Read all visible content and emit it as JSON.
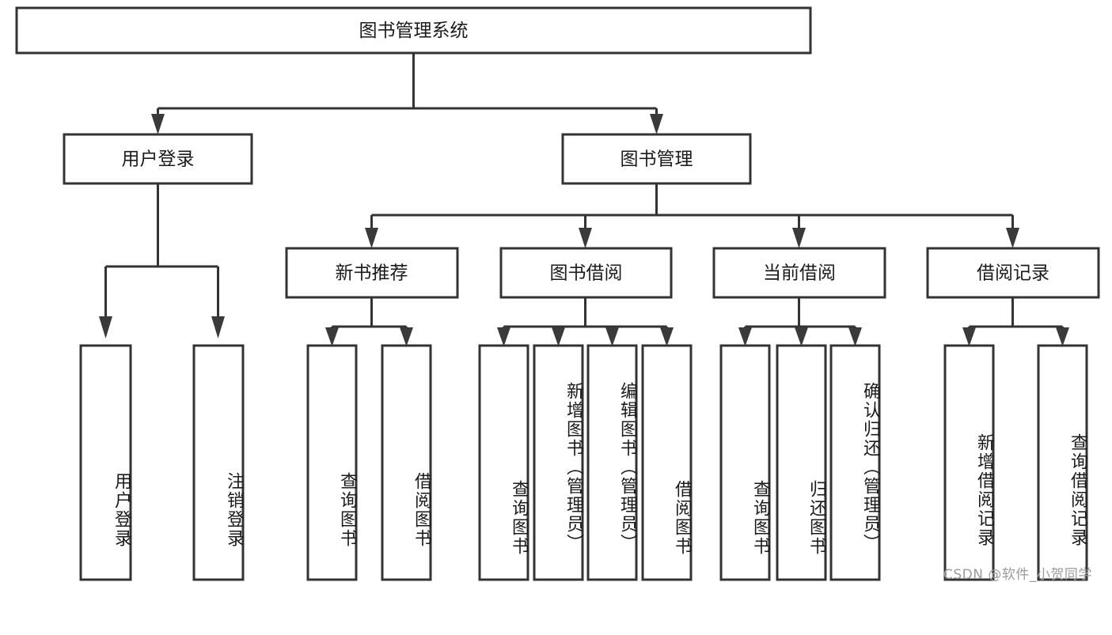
{
  "diagram": {
    "type": "tree-hierarchy-chart",
    "title": "图书管理系统",
    "root": {
      "id": "root",
      "label": "图书管理系统",
      "orientation": "horizontal"
    },
    "level2": [
      {
        "id": "user-login",
        "label": "用户登录",
        "orientation": "horizontal"
      },
      {
        "id": "book-management",
        "label": "图书管理",
        "orientation": "horizontal"
      }
    ],
    "level3": [
      {
        "id": "new-book-recommend",
        "label": "新书推荐",
        "orientation": "horizontal",
        "parent": "book-management"
      },
      {
        "id": "book-borrow",
        "label": "图书借阅",
        "orientation": "horizontal",
        "parent": "book-management"
      },
      {
        "id": "current-borrow",
        "label": "当前借阅",
        "orientation": "horizontal",
        "parent": "book-management"
      },
      {
        "id": "borrow-record",
        "label": "借阅记录",
        "orientation": "horizontal",
        "parent": "book-management"
      }
    ],
    "leaves": [
      {
        "id": "leaf-user-login",
        "label": "用户登录",
        "parent": "user-login",
        "orientation": "vertical"
      },
      {
        "id": "leaf-user-logout",
        "label": "注销登录",
        "parent": "user-login",
        "orientation": "vertical"
      },
      {
        "id": "leaf-query-book-1",
        "label": "查询图书",
        "parent": "new-book-recommend",
        "orientation": "vertical"
      },
      {
        "id": "leaf-borrow-book-1",
        "label": "借阅图书",
        "parent": "new-book-recommend",
        "orientation": "vertical"
      },
      {
        "id": "leaf-query-book-2",
        "label": "查询图书",
        "parent": "book-borrow",
        "orientation": "vertical"
      },
      {
        "id": "leaf-add-book",
        "label": "新增图书（管理员）",
        "parent": "book-borrow",
        "orientation": "vertical"
      },
      {
        "id": "leaf-edit-book",
        "label": "编辑图书（管理员）",
        "parent": "book-borrow",
        "orientation": "vertical"
      },
      {
        "id": "leaf-borrow-book-2",
        "label": "借阅图书",
        "parent": "book-borrow",
        "orientation": "vertical"
      },
      {
        "id": "leaf-query-book-3",
        "label": "查询图书",
        "parent": "current-borrow",
        "orientation": "vertical"
      },
      {
        "id": "leaf-return-book",
        "label": "归还图书",
        "parent": "current-borrow",
        "orientation": "vertical"
      },
      {
        "id": "leaf-confirm-return",
        "label": "确认归还（管理员）",
        "parent": "current-borrow",
        "orientation": "vertical"
      },
      {
        "id": "leaf-add-record",
        "label": "新增借阅记录",
        "parent": "borrow-record",
        "orientation": "vertical"
      },
      {
        "id": "leaf-query-record",
        "label": "查询借阅记录",
        "parent": "borrow-record",
        "orientation": "vertical"
      }
    ],
    "colors": {
      "background": "#ffffff",
      "box_fill": "#ffffff",
      "box_stroke": "#333333",
      "text": "#1b1b1b",
      "watermark": "#9b9b9b"
    }
  },
  "watermark": {
    "text": "CSDN @软件_小贺同学"
  }
}
